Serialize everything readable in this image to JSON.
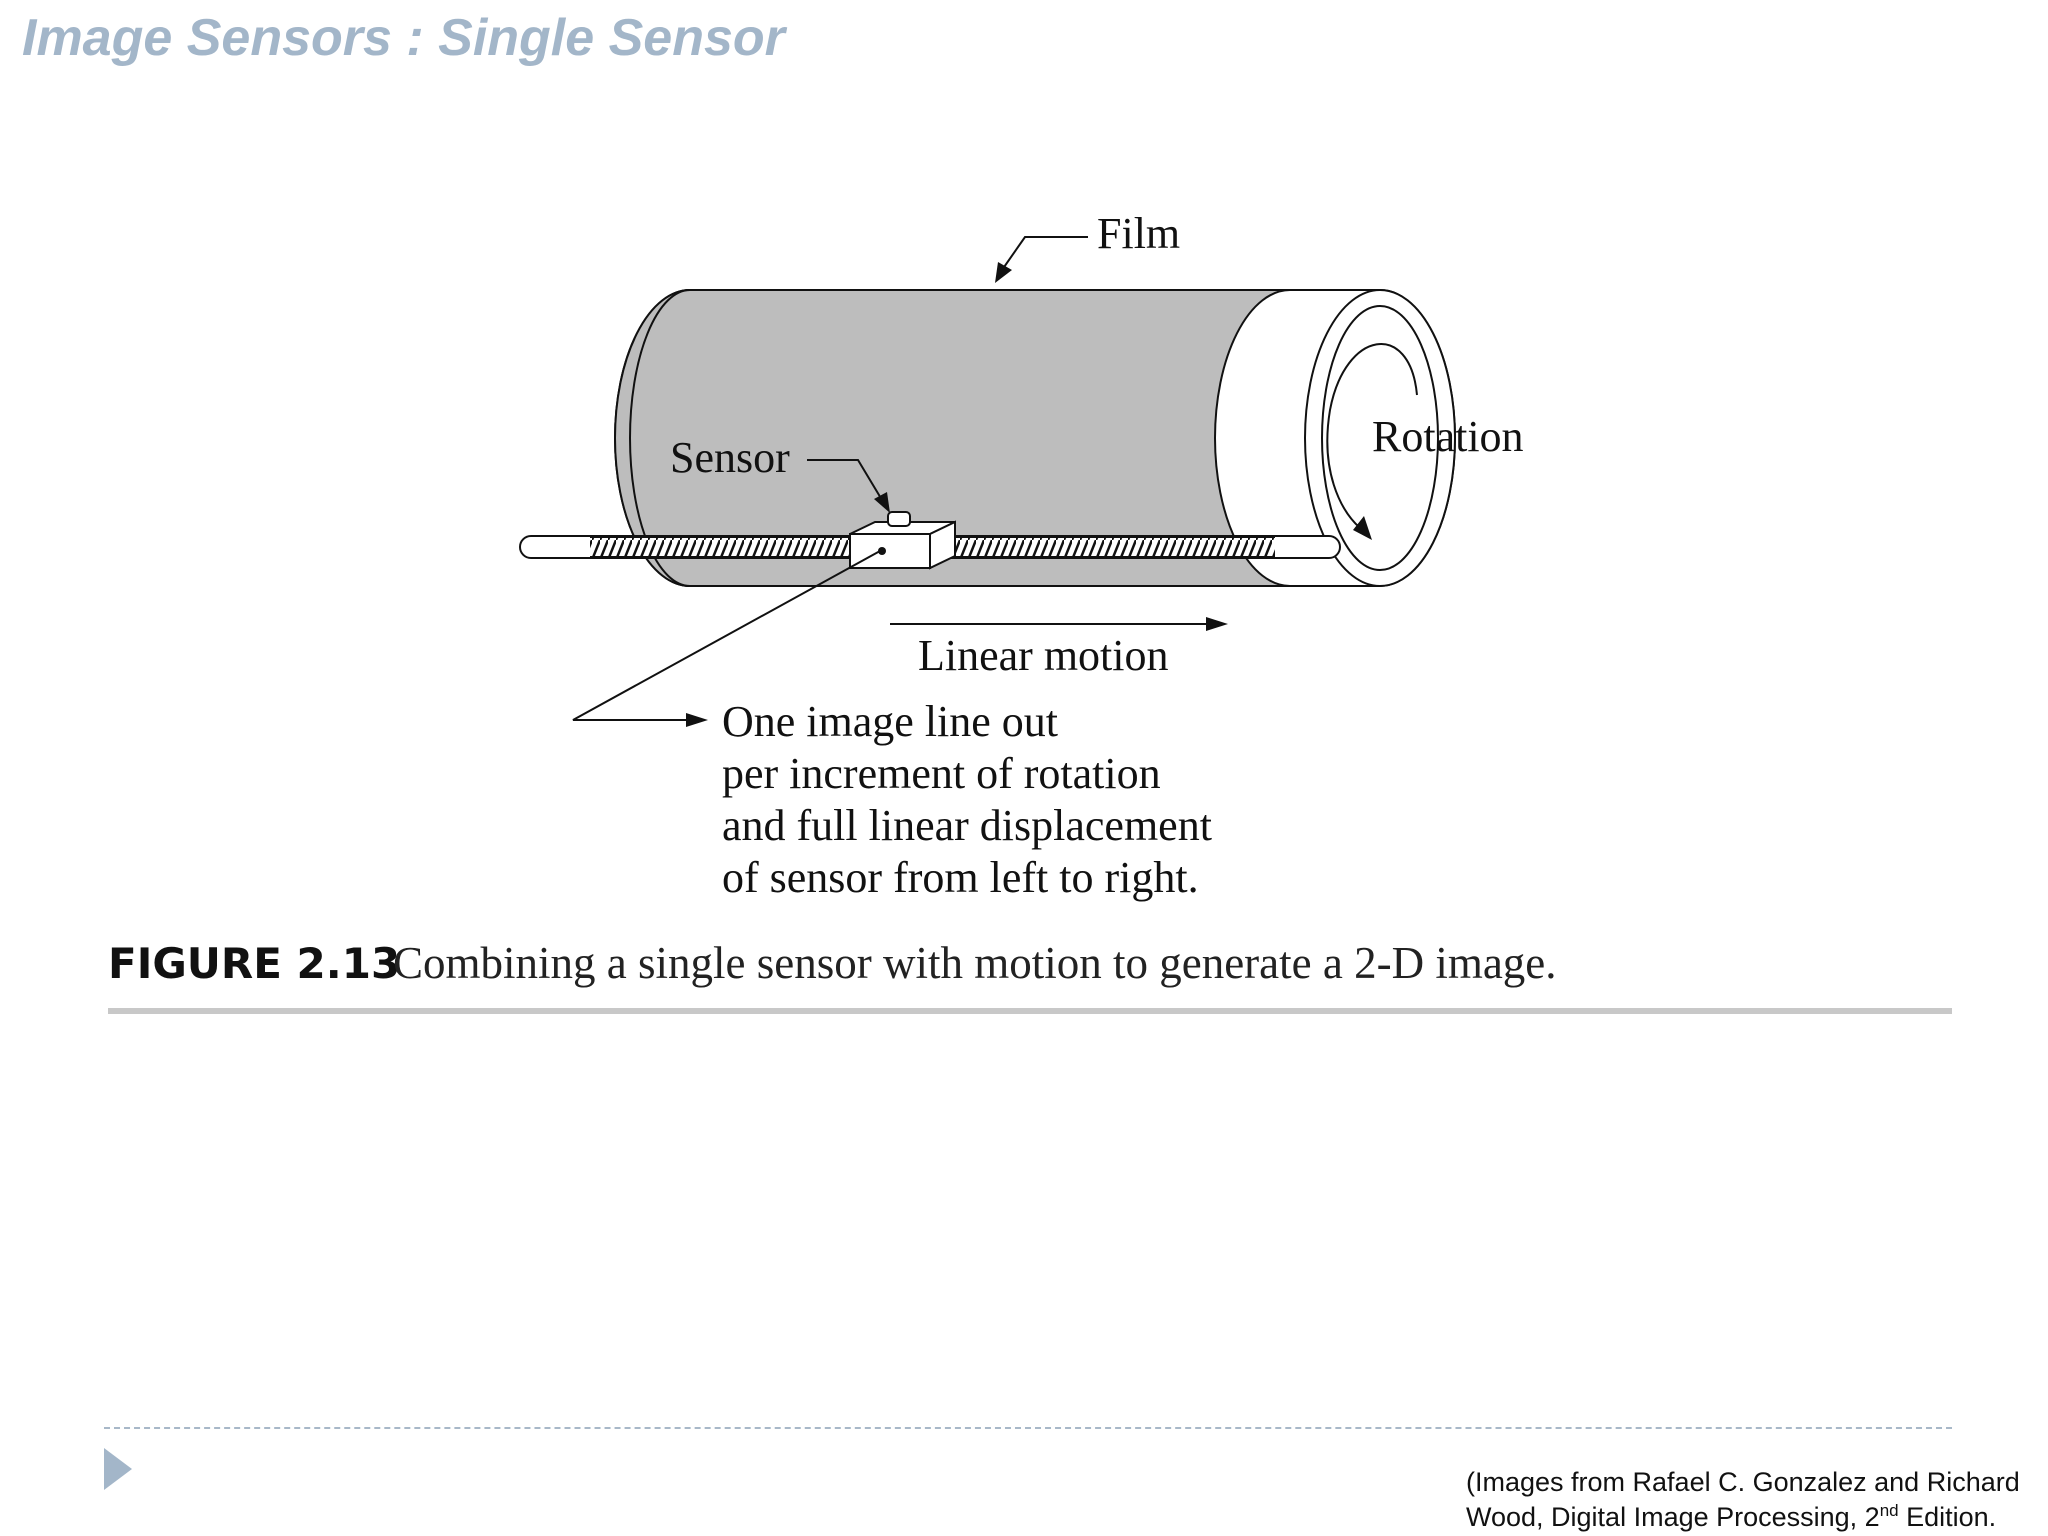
{
  "slide": {
    "title": "Image Sensors : Single Sensor"
  },
  "diagram": {
    "labels": {
      "film": "Film",
      "rotation": "Rotation",
      "sensor": "Sensor",
      "linear_motion": "Linear motion",
      "output_lines": [
        "One image line out",
        "per increment of rotation",
        "and full linear displacement",
        "of sensor from left to right."
      ]
    },
    "caption": {
      "number": "FIGURE 2.13",
      "text": "Combining a single sensor with motion to generate a 2-D image."
    },
    "colors": {
      "film": "#bdbdbd",
      "lines": "#111111"
    }
  },
  "source": {
    "line1": "(Images from Rafael C. Gonzalez and Richard",
    "line2_prefix": "Wood, Digital Image Processing, 2",
    "line2_sup": "nd",
    "line2_suffix": " Edition."
  },
  "theme": {
    "title_color": "#a3b6c9",
    "divider_color": "#a8b8c8"
  }
}
